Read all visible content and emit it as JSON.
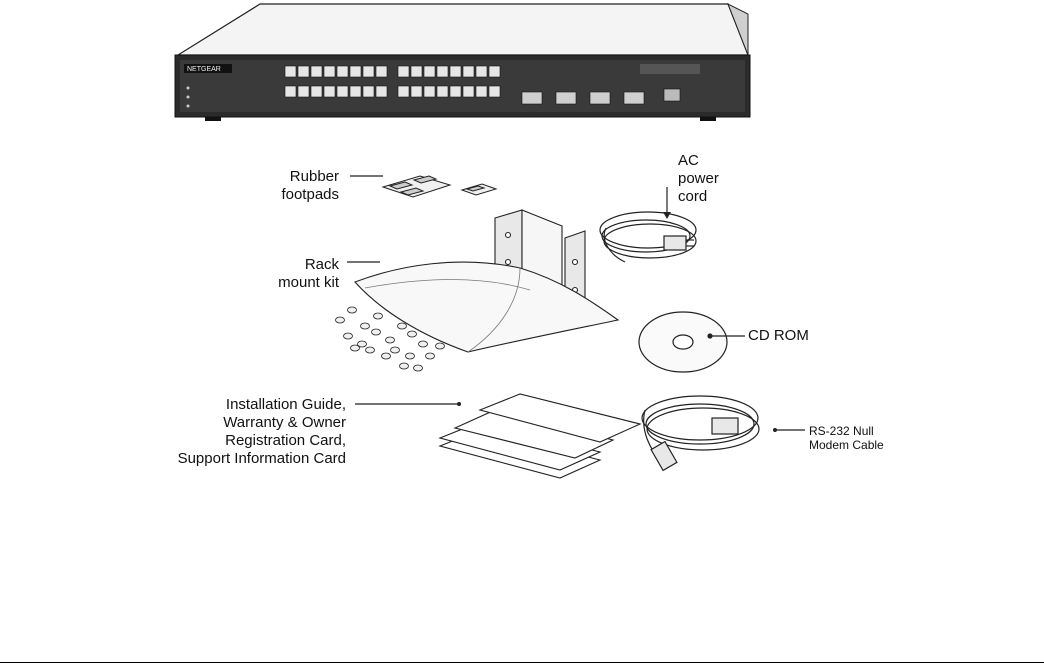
{
  "labels": {
    "rubber_footpads": [
      "Rubber",
      "footpads"
    ],
    "ac_power_cord": [
      "AC",
      "power",
      "cord"
    ],
    "rack_mount_kit": [
      "Rack",
      "mount kit"
    ],
    "cd_rom": "CD ROM",
    "docs": [
      "Installation Guide,",
      "Warranty & Owner",
      "Registration Card,",
      "Support Information Card"
    ],
    "rs232": [
      "RS-232 Null",
      "Modem Cable"
    ]
  },
  "switch_brand": "NETGEAR"
}
